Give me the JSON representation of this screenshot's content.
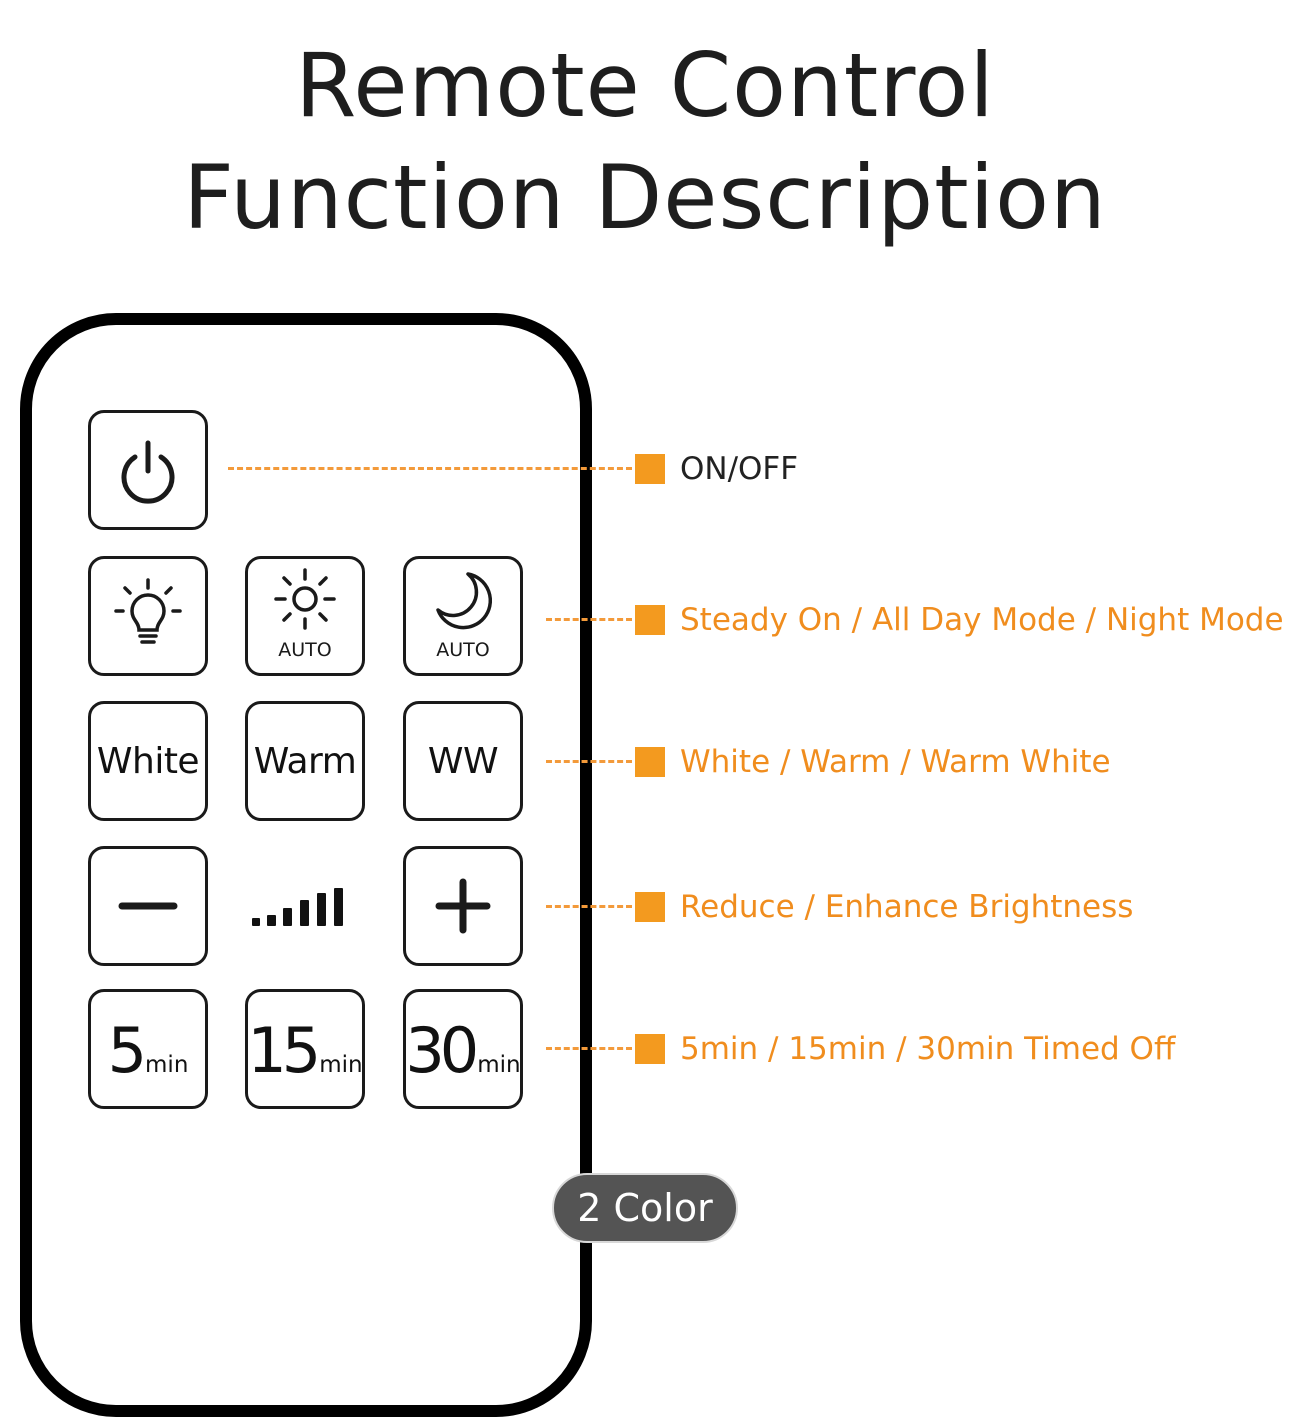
{
  "title": {
    "line1": "Remote Control",
    "line2": "Function Description"
  },
  "buttons": {
    "power": {
      "icon": "power-icon"
    },
    "steady_on": {
      "icon": "bulb-icon"
    },
    "all_day": {
      "icon": "sun-icon",
      "sub_label": "AUTO"
    },
    "night": {
      "icon": "moon-icon",
      "sub_label": "AUTO"
    },
    "white": {
      "label": "White"
    },
    "warm": {
      "label": "Warm"
    },
    "ww": {
      "label": "WW"
    },
    "minus": {
      "icon": "minus-icon"
    },
    "brightness": {
      "icon": "brightness-bars-icon"
    },
    "plus": {
      "icon": "plus-icon"
    },
    "timer5": {
      "number": "5",
      "unit": "min"
    },
    "timer15": {
      "number": "15",
      "unit": "min"
    },
    "timer30": {
      "number": "30",
      "unit": "min"
    }
  },
  "descriptions": [
    {
      "text": "ON/OFF"
    },
    {
      "text": "Steady On / All Day Mode / Night Mode"
    },
    {
      "text": "White / Warm / Warm White"
    },
    {
      "text": "Reduce / Enhance Brightness"
    },
    {
      "text": "5min / 15min / 30min Timed Off"
    }
  ],
  "badge": {
    "label": "2 Color"
  },
  "colors": {
    "accent": "#f39a1f",
    "label": "#f08d1e",
    "dark": "#1e1e1e"
  }
}
